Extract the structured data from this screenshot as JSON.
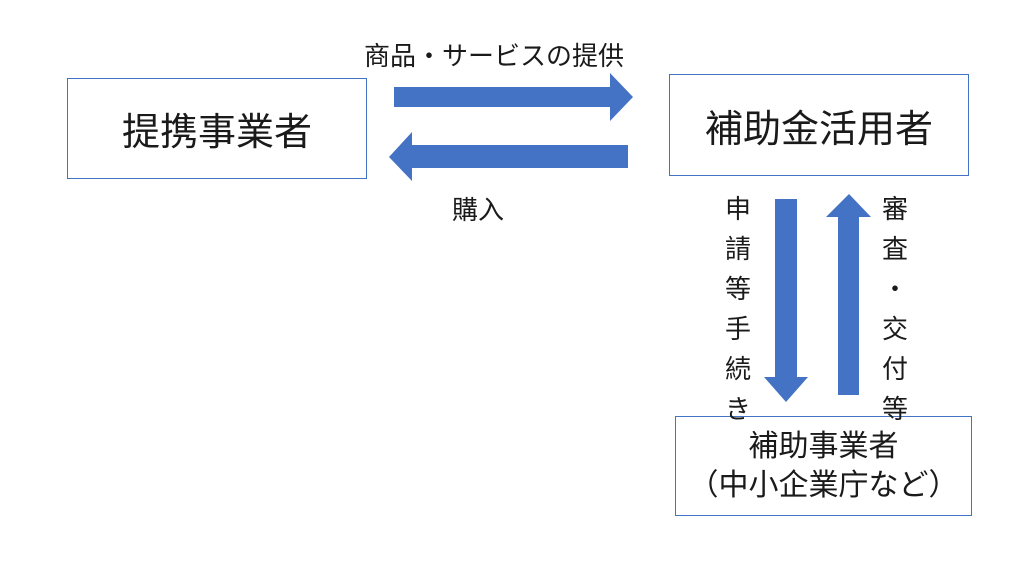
{
  "nodes": {
    "partner": "提携事業者",
    "user": "補助金活用者",
    "operator_line1": "補助事業者",
    "operator_line2": "（中小企業庁など）"
  },
  "edges": {
    "provide": "商品・サービスの提供",
    "purchase": "購入",
    "apply": "申\n請\n等\n手\n続\nき",
    "review": "審\n査\n・\n交\n付\n等"
  },
  "colors": {
    "arrow": "#4472c4",
    "border": "#4472c4"
  }
}
